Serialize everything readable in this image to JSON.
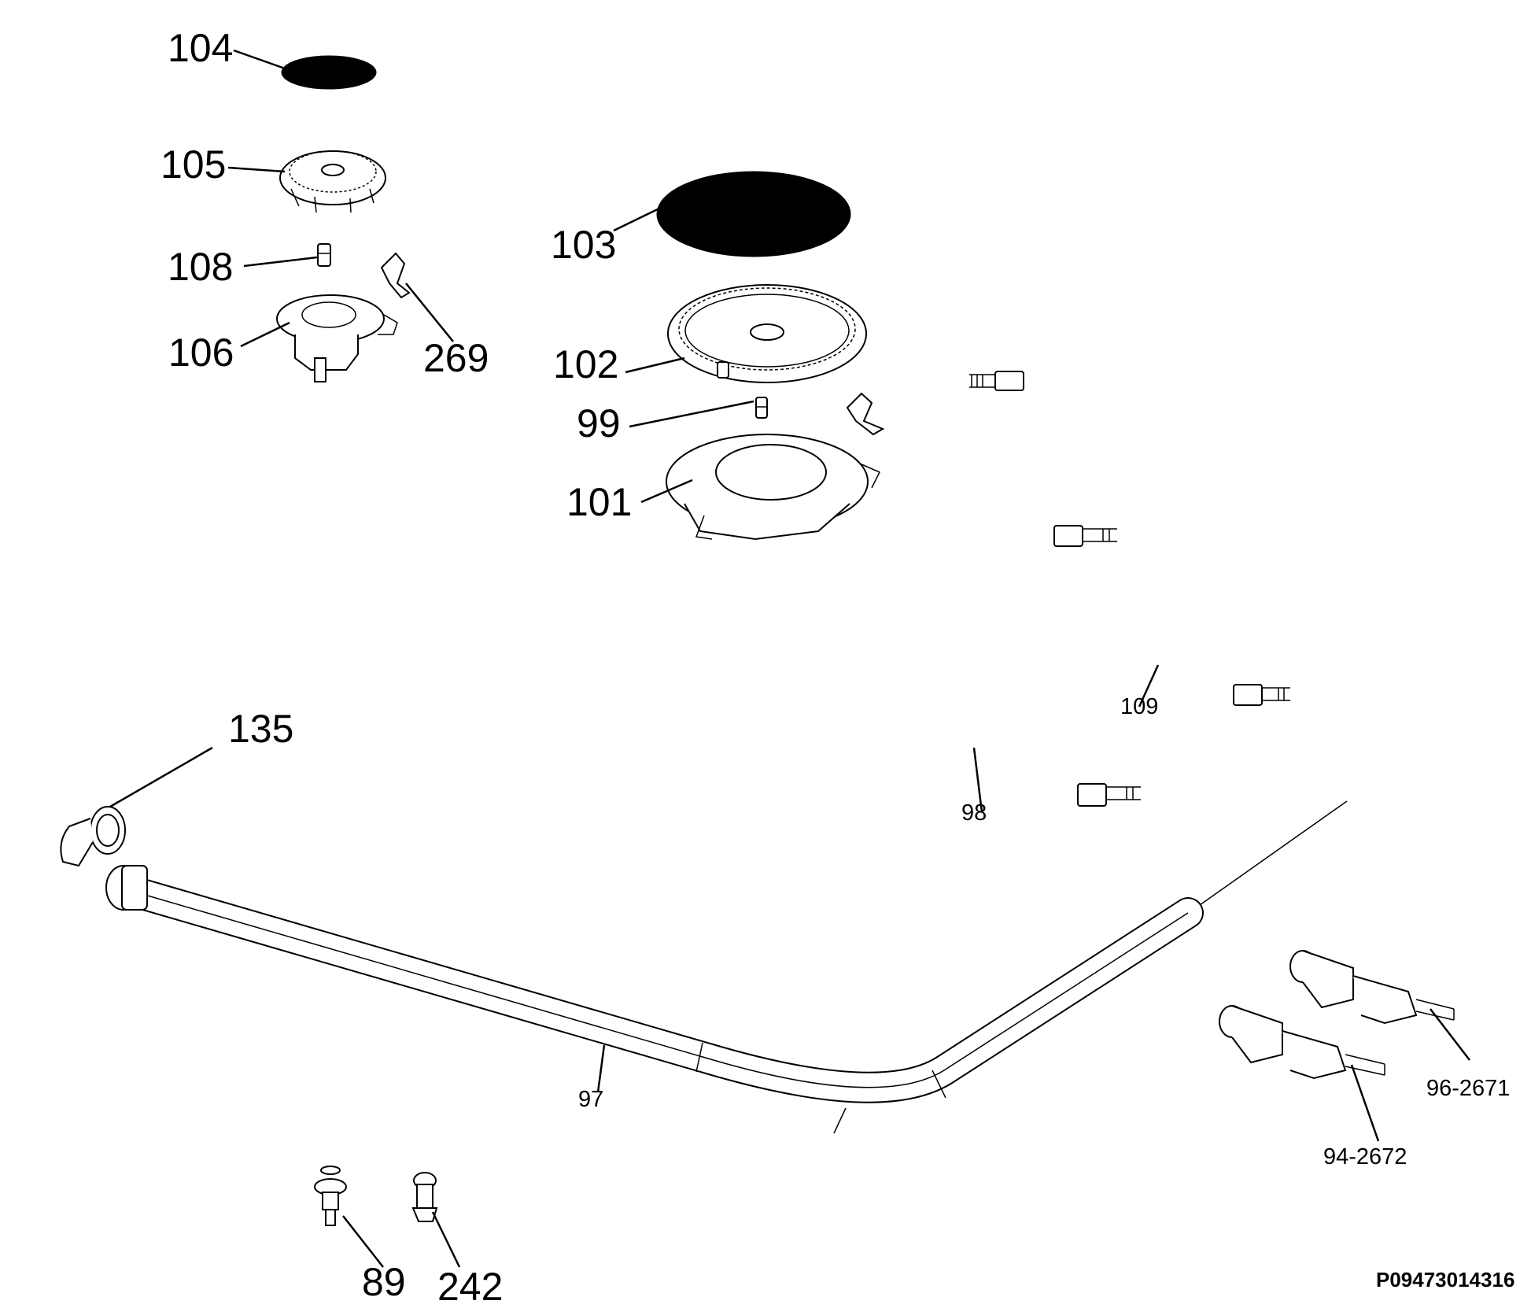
{
  "diagram": {
    "reference_code": "P09473014316",
    "part_labels": {
      "p104": "104",
      "p105": "105",
      "p108": "108",
      "p106": "106",
      "p269": "269",
      "p103": "103",
      "p102": "102",
      "p99": "99",
      "p101": "101",
      "p135": "135",
      "p109": "109",
      "p98": "98",
      "p97": "97",
      "p96": "96-2671",
      "p94": "94-2672",
      "p89": "89",
      "p242": "242"
    }
  }
}
